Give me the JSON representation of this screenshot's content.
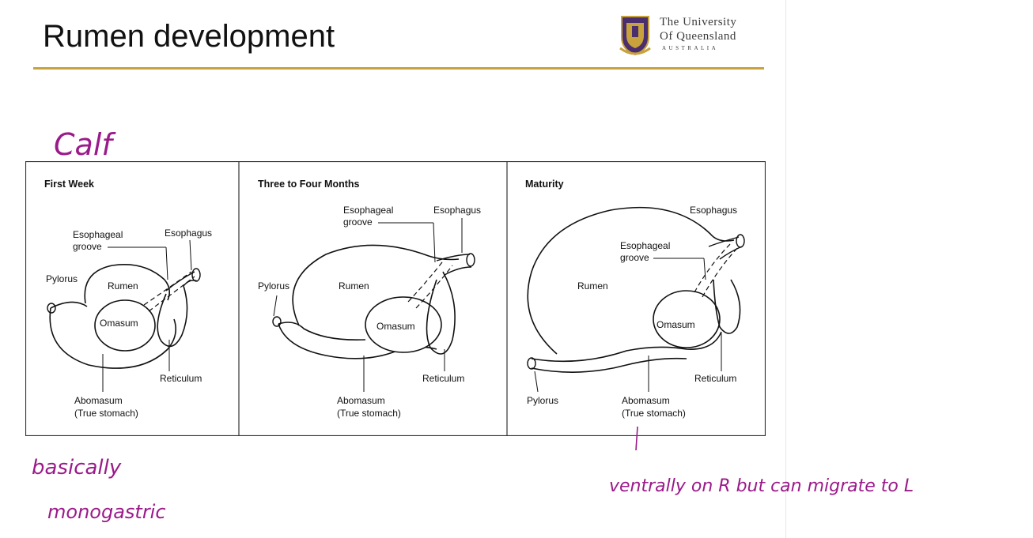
{
  "slide": {
    "title": "Rumen development",
    "logo": {
      "line1": "The University",
      "line2": "Of Queensland",
      "line3": "AUSTRALIA"
    }
  },
  "diagram": {
    "panels": [
      {
        "title": "First Week",
        "labels": {
          "esophageal_groove": [
            "Esophageal",
            "groove"
          ],
          "esophagus": "Esophagus",
          "pylorus": "Pylorus",
          "rumen": "Rumen",
          "omasum": "Omasum",
          "reticulum": "Reticulum",
          "abomasum": [
            "Abomasum",
            "(True stomach)"
          ]
        }
      },
      {
        "title": "Three to Four Months",
        "labels": {
          "esophageal_groove": [
            "Esophageal",
            "groove"
          ],
          "esophagus": "Esophagus",
          "pylorus": "Pylorus",
          "rumen": "Rumen",
          "omasum": "Omasum",
          "reticulum": "Reticulum",
          "abomasum": [
            "Abomasum",
            "(True stomach)"
          ]
        }
      },
      {
        "title": "Maturity",
        "labels": {
          "esophagus": "Esophagus",
          "esophageal_groove": [
            "Esophageal",
            "groove"
          ],
          "rumen": "Rumen",
          "omasum": "Omasum",
          "reticulum": "Reticulum",
          "pylorus": "Pylorus",
          "abomasum": [
            "Abomasum",
            "(True stomach)"
          ]
        }
      }
    ]
  },
  "annotations": {
    "calf": "Calf",
    "basically": "basically",
    "monogastric": "monogastric",
    "ventral": "ventrally on R but can migrate to L"
  },
  "colors": {
    "accent_rule": "#c8a23c",
    "ink": "#9b1a8a"
  }
}
